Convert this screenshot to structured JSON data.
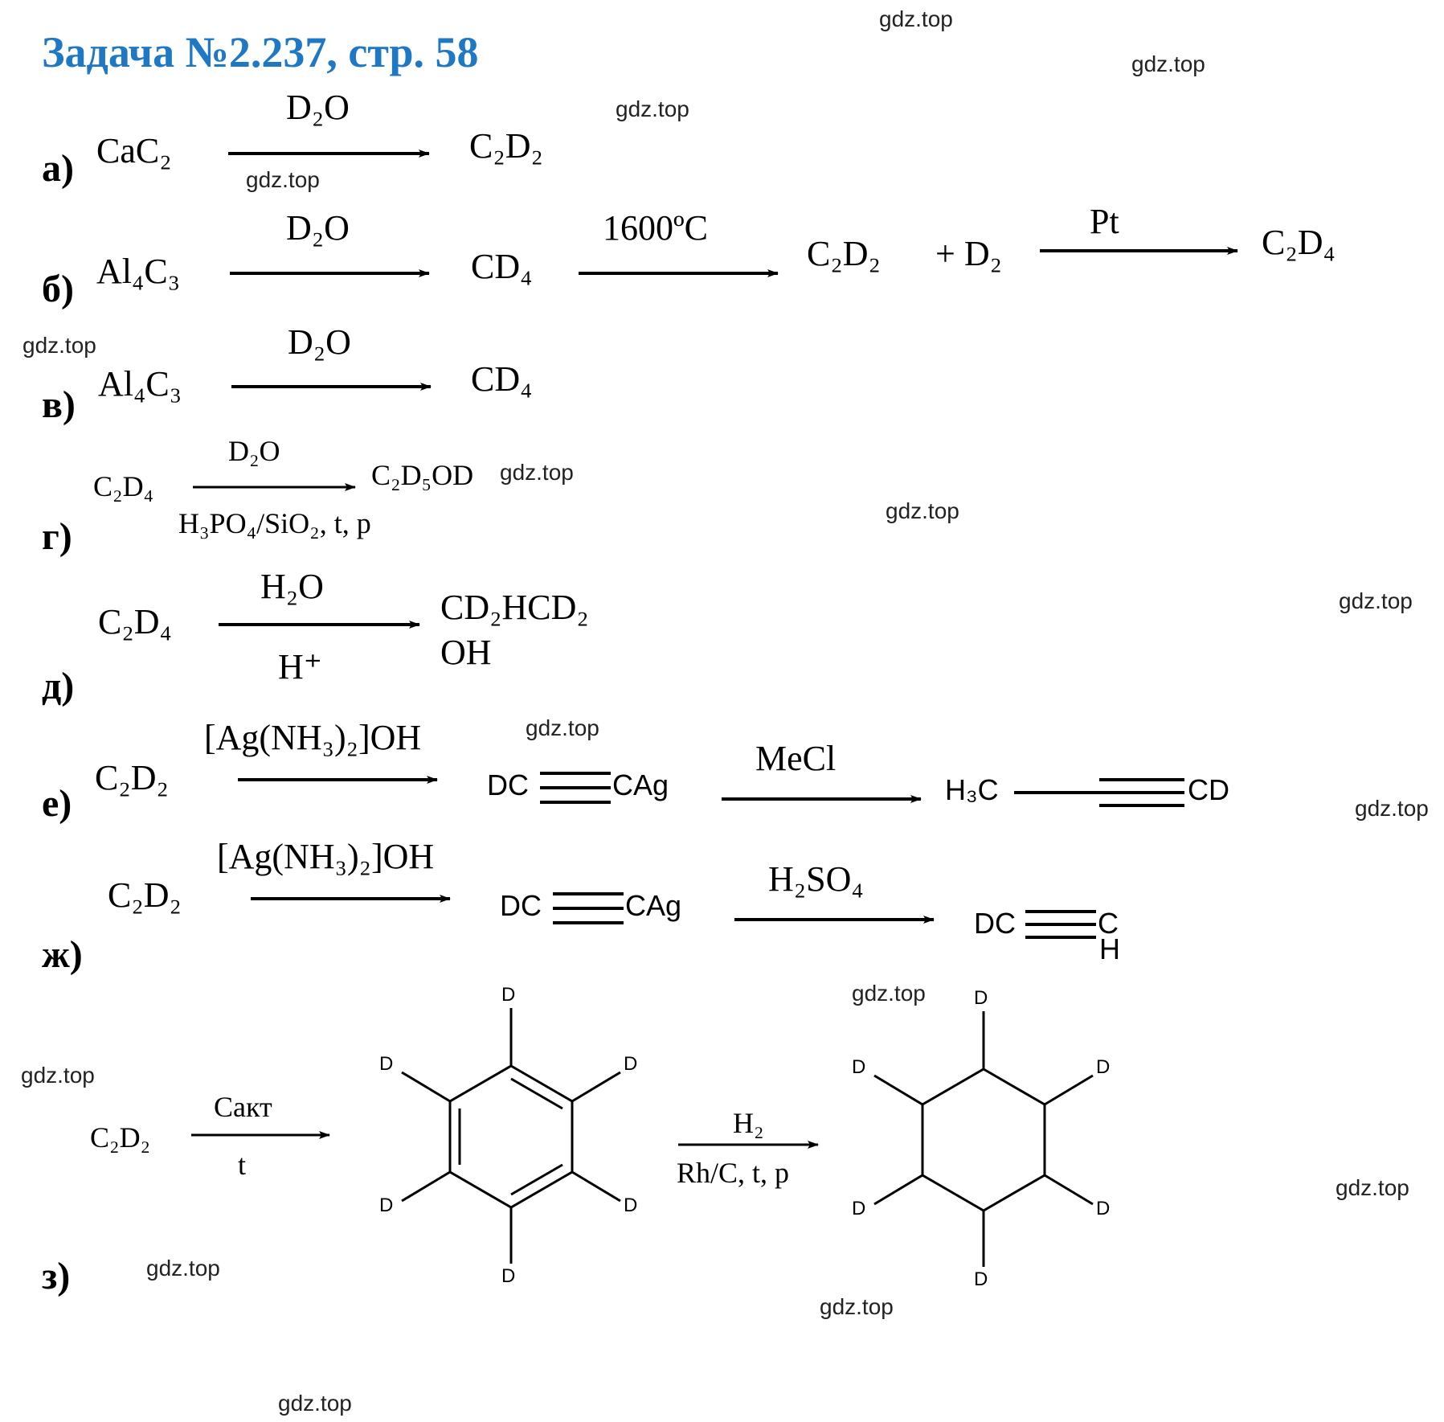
{
  "title": "Задача №2.237, стр. 58",
  "watermark": "gdz.top",
  "labels": [
    "а)",
    "б)",
    "в)",
    "г)",
    "д)",
    "е)",
    "ж)",
    "з)"
  ],
  "reactions": {
    "a": {
      "reactant": "CaC₂",
      "reagent": "D₂O",
      "product": "C₂D₂"
    },
    "b": {
      "reactant": "Al₄C₃",
      "reagent1": "D₂O",
      "intermediate": "CD₄",
      "condition": "1600ºC",
      "product1": "C₂D₂",
      "plus": "+ D₂",
      "catalyst": "Pt",
      "product2": "C₂D₄"
    },
    "v": {
      "reactant": "Al₄C₃",
      "reagent": "D₂O",
      "product": "CD₄"
    },
    "g": {
      "reactant": "C₂D₄",
      "reagent": "D₂O",
      "conditions": "H₃PO₄/SiO₂, t, p",
      "product": "C₂D₅OD"
    },
    "d": {
      "reactant": "C₂D₄",
      "reagent": "H₂O",
      "catalyst": "H⁺",
      "product_line1": "CD₂HCD₂",
      "product_line2": "OH"
    },
    "e": {
      "reactant": "C₂D₂",
      "reagent1": "[Ag(NH₃)₂]OH",
      "intermediate_left": "DC",
      "intermediate_right": "CAg",
      "reagent2": "MeCl",
      "product_left": "H₃C",
      "product_right": "CD"
    },
    "zh": {
      "reactant": "C₂D₂",
      "reagent1": "[Ag(NH₃)₂]OH",
      "intermediate_left": "DC",
      "intermediate_right": "CAg",
      "reagent2": "H₂SO₄",
      "product_left": "DC",
      "product_right_top": "C",
      "product_right_bottom": "H"
    },
    "z": {
      "reactant": "C₂D₂",
      "catalyst": "Cакт",
      "condition": "t",
      "reagent2": "H₂",
      "conditions2": "Rh/C, t, p",
      "atom": "D"
    }
  }
}
